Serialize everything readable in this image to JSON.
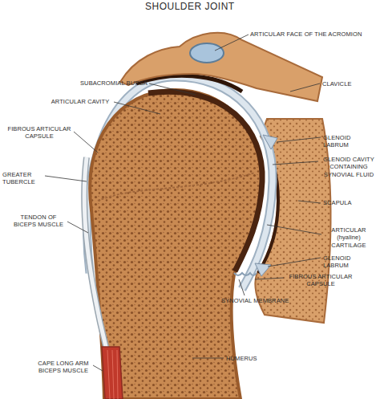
{
  "diagram": {
    "title": "SHOULDER JOINT",
    "labels": [
      "ARTICULAR FACE OF THE ACROMION",
      "CLAVICLE",
      "SUBACROMIAL BURSA",
      "ARTICULAR CAVITY",
      "GLENOID LABRUM",
      "FIBROUS ARTICULAR CAPSULE",
      "GLENOID CAVITY CONTAINING SYNOVIAL FLUID",
      "GREATER TUBERCLE",
      "SCAPULA",
      "TENDON OF BICEPS MUSCLE",
      "ARTICULAR (hyaline) CARTILAGE",
      "GLENOID LABRUM",
      "FIBROUS ARTICULAR CAPSULE",
      "SYNOVIAL MEMBRANE",
      "HUMERUS",
      "CAPE LONG ARM BICEPS MUSCLE"
    ]
  }
}
